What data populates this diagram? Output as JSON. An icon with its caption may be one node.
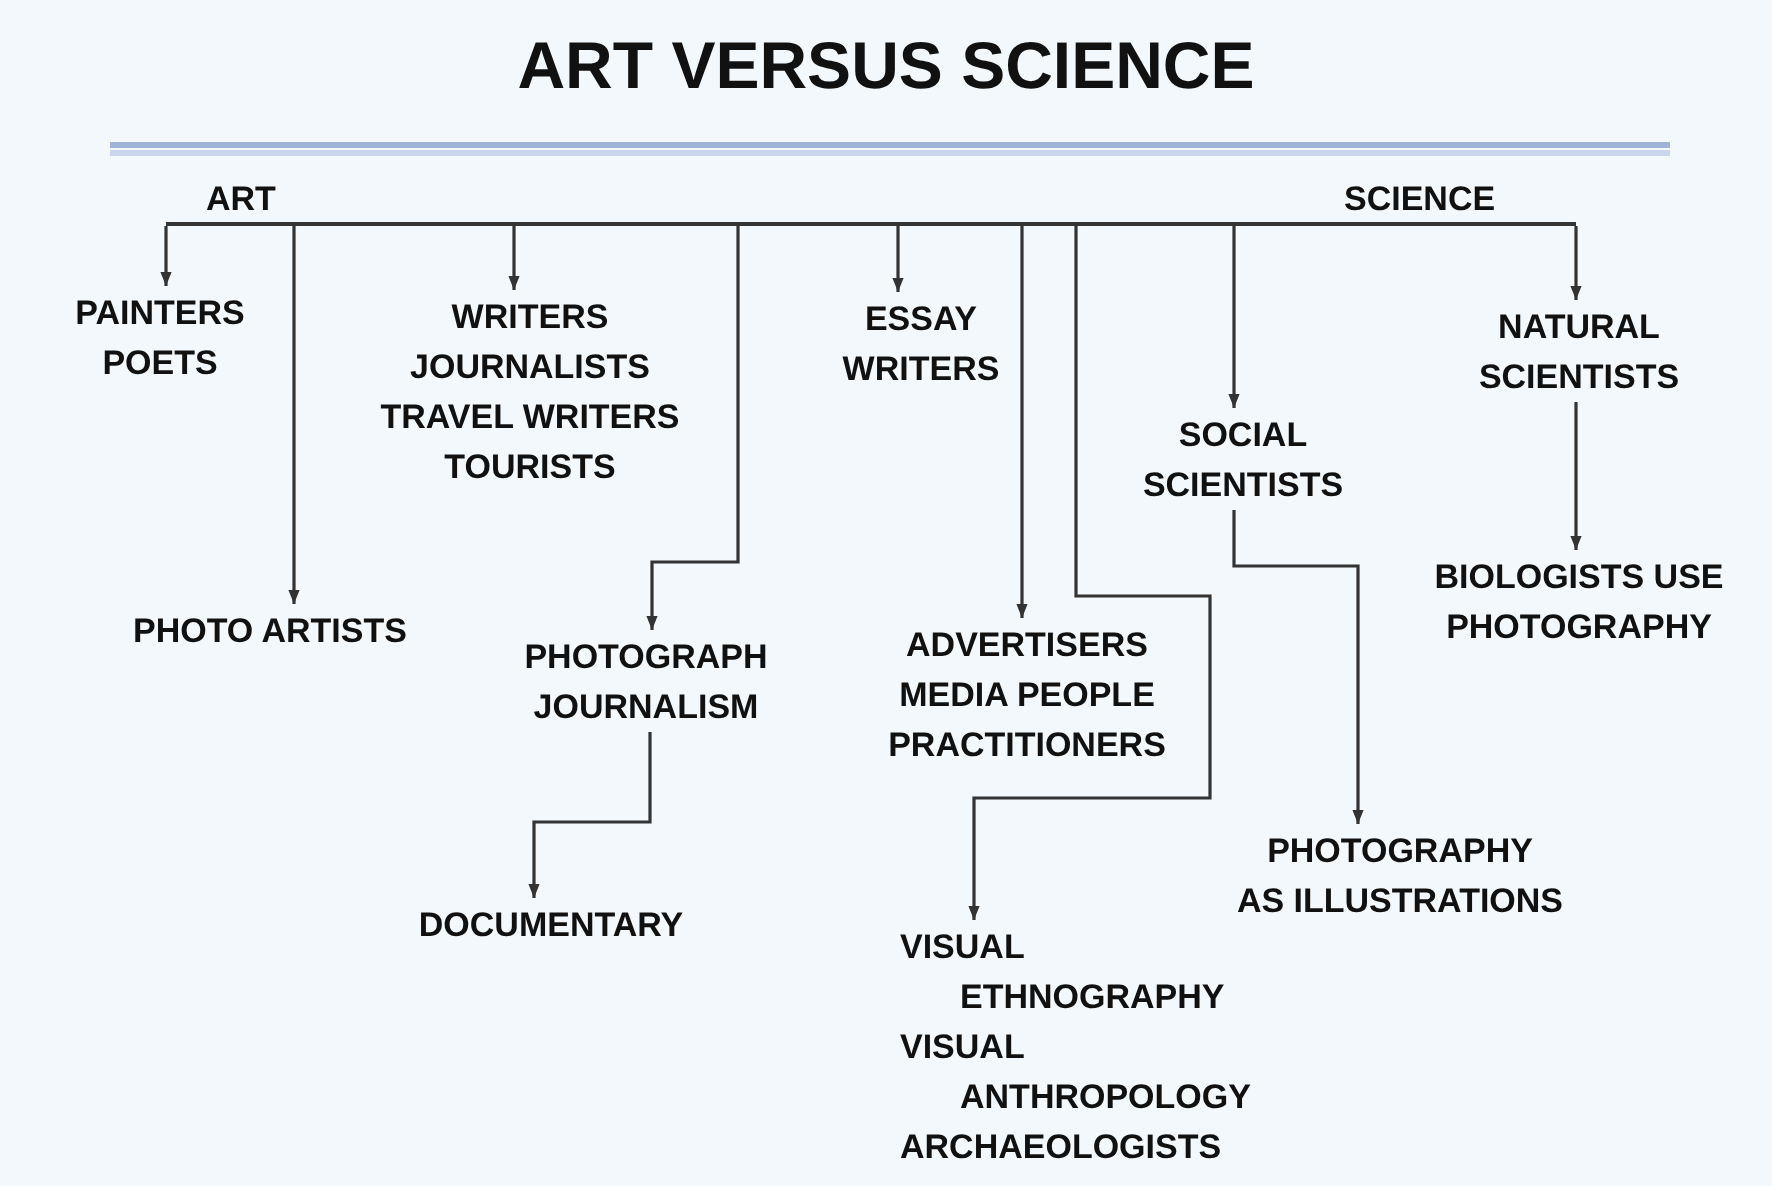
{
  "diagram": {
    "title": "ART VERSUS SCIENCE",
    "nodes": [
      {
        "text": [],
        "shape": "bar"
      },
      {
        "text": [
          "PAINTERS",
          "POETS"
        ]
      },
      {
        "text": [
          "PHOTO ARTISTS"
        ]
      },
      {
        "text": [
          "WRITERS",
          "JOURNALISTS",
          "TRAVEL WRITERS",
          "TOURISTS"
        ]
      },
      {
        "text": [
          "ESSAY WRITERS"
        ]
      },
      {
        "text": [
          "PHOTOGRAPH JOURNALISM"
        ]
      },
      {
        "text": [
          "DOCUMENTARY"
        ]
      },
      {
        "text": [
          "ADVERTISERS",
          "MEDIA PEOPLE",
          "PRACTITIONERS"
        ]
      },
      {
        "text": [
          "VISUAL ETHNOGRAPHY",
          "VISUAL ANTHROPOLOGY",
          "ARCHAEOLOGISTS"
        ]
      },
      {
        "text": [
          "SOCIAL SCIENTISTS"
        ]
      },
      {
        "text": [
          "PHOTOGRAPHY",
          "AS ILLUSTRATIONS"
        ]
      },
      {
        "text": [
          "NATURAL SCIENTISTS"
        ]
      },
      {
        "text": [
          "BIOLOGISTS USE PHOTOGRAPHY"
        ]
      }
    ],
    "edges": [
      {
        "from": 0,
        "to": 1,
        "arrow": "to"
      },
      {
        "from": 0,
        "to": 2,
        "arrow": "to"
      },
      {
        "from": 0,
        "to": 3,
        "arrow": "to"
      },
      {
        "from": 0,
        "to": 5,
        "arrow": "to"
      },
      {
        "from": 0,
        "to": 4,
        "arrow": "to"
      },
      {
        "from": 0,
        "to": 7,
        "arrow": "to"
      },
      {
        "from": 0,
        "to": 8,
        "arrow": "to"
      },
      {
        "from": 0,
        "to": 9,
        "arrow": "to"
      },
      {
        "from": 0,
        "to": 11,
        "arrow": "to"
      },
      {
        "from": 5,
        "to": 6,
        "arrow": "to"
      },
      {
        "from": 9,
        "to": 10,
        "arrow": "to"
      },
      {
        "from": 11,
        "to": 12,
        "arrow": "to"
      }
    ],
    "labels": [
      "ART",
      "SCIENCE"
    ]
  }
}
